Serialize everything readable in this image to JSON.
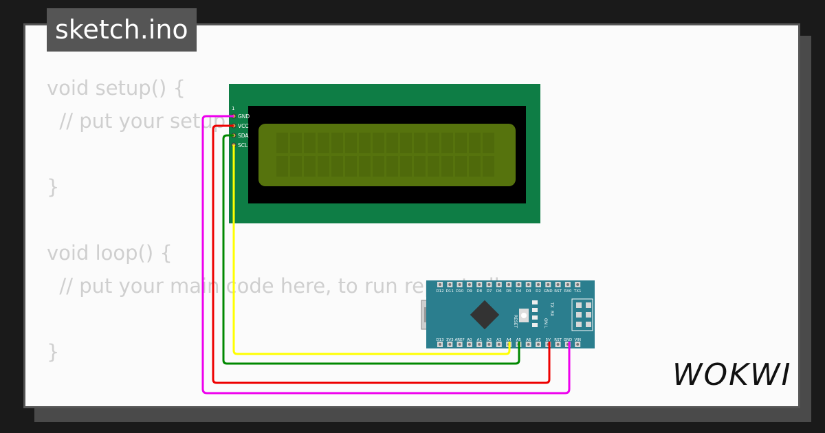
{
  "tab": {
    "title": "sketch.ino"
  },
  "code": {
    "lines": [
      "void setup() {",
      "  // put your setup code here, to run once:",
      "",
      "}",
      "",
      "void loop() {",
      "  // put your main code here, to run repeatedly:",
      "",
      "}"
    ]
  },
  "lcd": {
    "pin_number": "1",
    "pins": [
      "GND",
      "VCC",
      "SDA",
      "SCL"
    ]
  },
  "arduino": {
    "top_pins": [
      "D12",
      "D11",
      "D10",
      "D9",
      "D8",
      "D7",
      "D6",
      "D5",
      "D4",
      "D3",
      "D2",
      "GND",
      "RST",
      "RX0",
      "TX1"
    ],
    "bottom_pins": [
      "D13",
      "3V3",
      "AREF",
      "A0",
      "A1",
      "A2",
      "A3",
      "A4",
      "A5",
      "A6",
      "A7",
      "5V",
      "RST",
      "GND",
      "VIN"
    ],
    "board_labels": [
      "RESET",
      "TX",
      "RX",
      "ON",
      "L"
    ]
  },
  "wires": [
    {
      "name": "gnd-wire",
      "color": "#ee00ee"
    },
    {
      "name": "vcc-wire",
      "color": "#ee0000"
    },
    {
      "name": "sda-wire",
      "color": "#008800"
    },
    {
      "name": "scl-wire",
      "color": "#ffff00"
    }
  ],
  "colors": {
    "lcd_pcb": "#0e7d45",
    "lcd_screen": "#56730d",
    "arduino_pcb": "#2b7e8e"
  },
  "brand": {
    "logo": "WOKWI"
  }
}
